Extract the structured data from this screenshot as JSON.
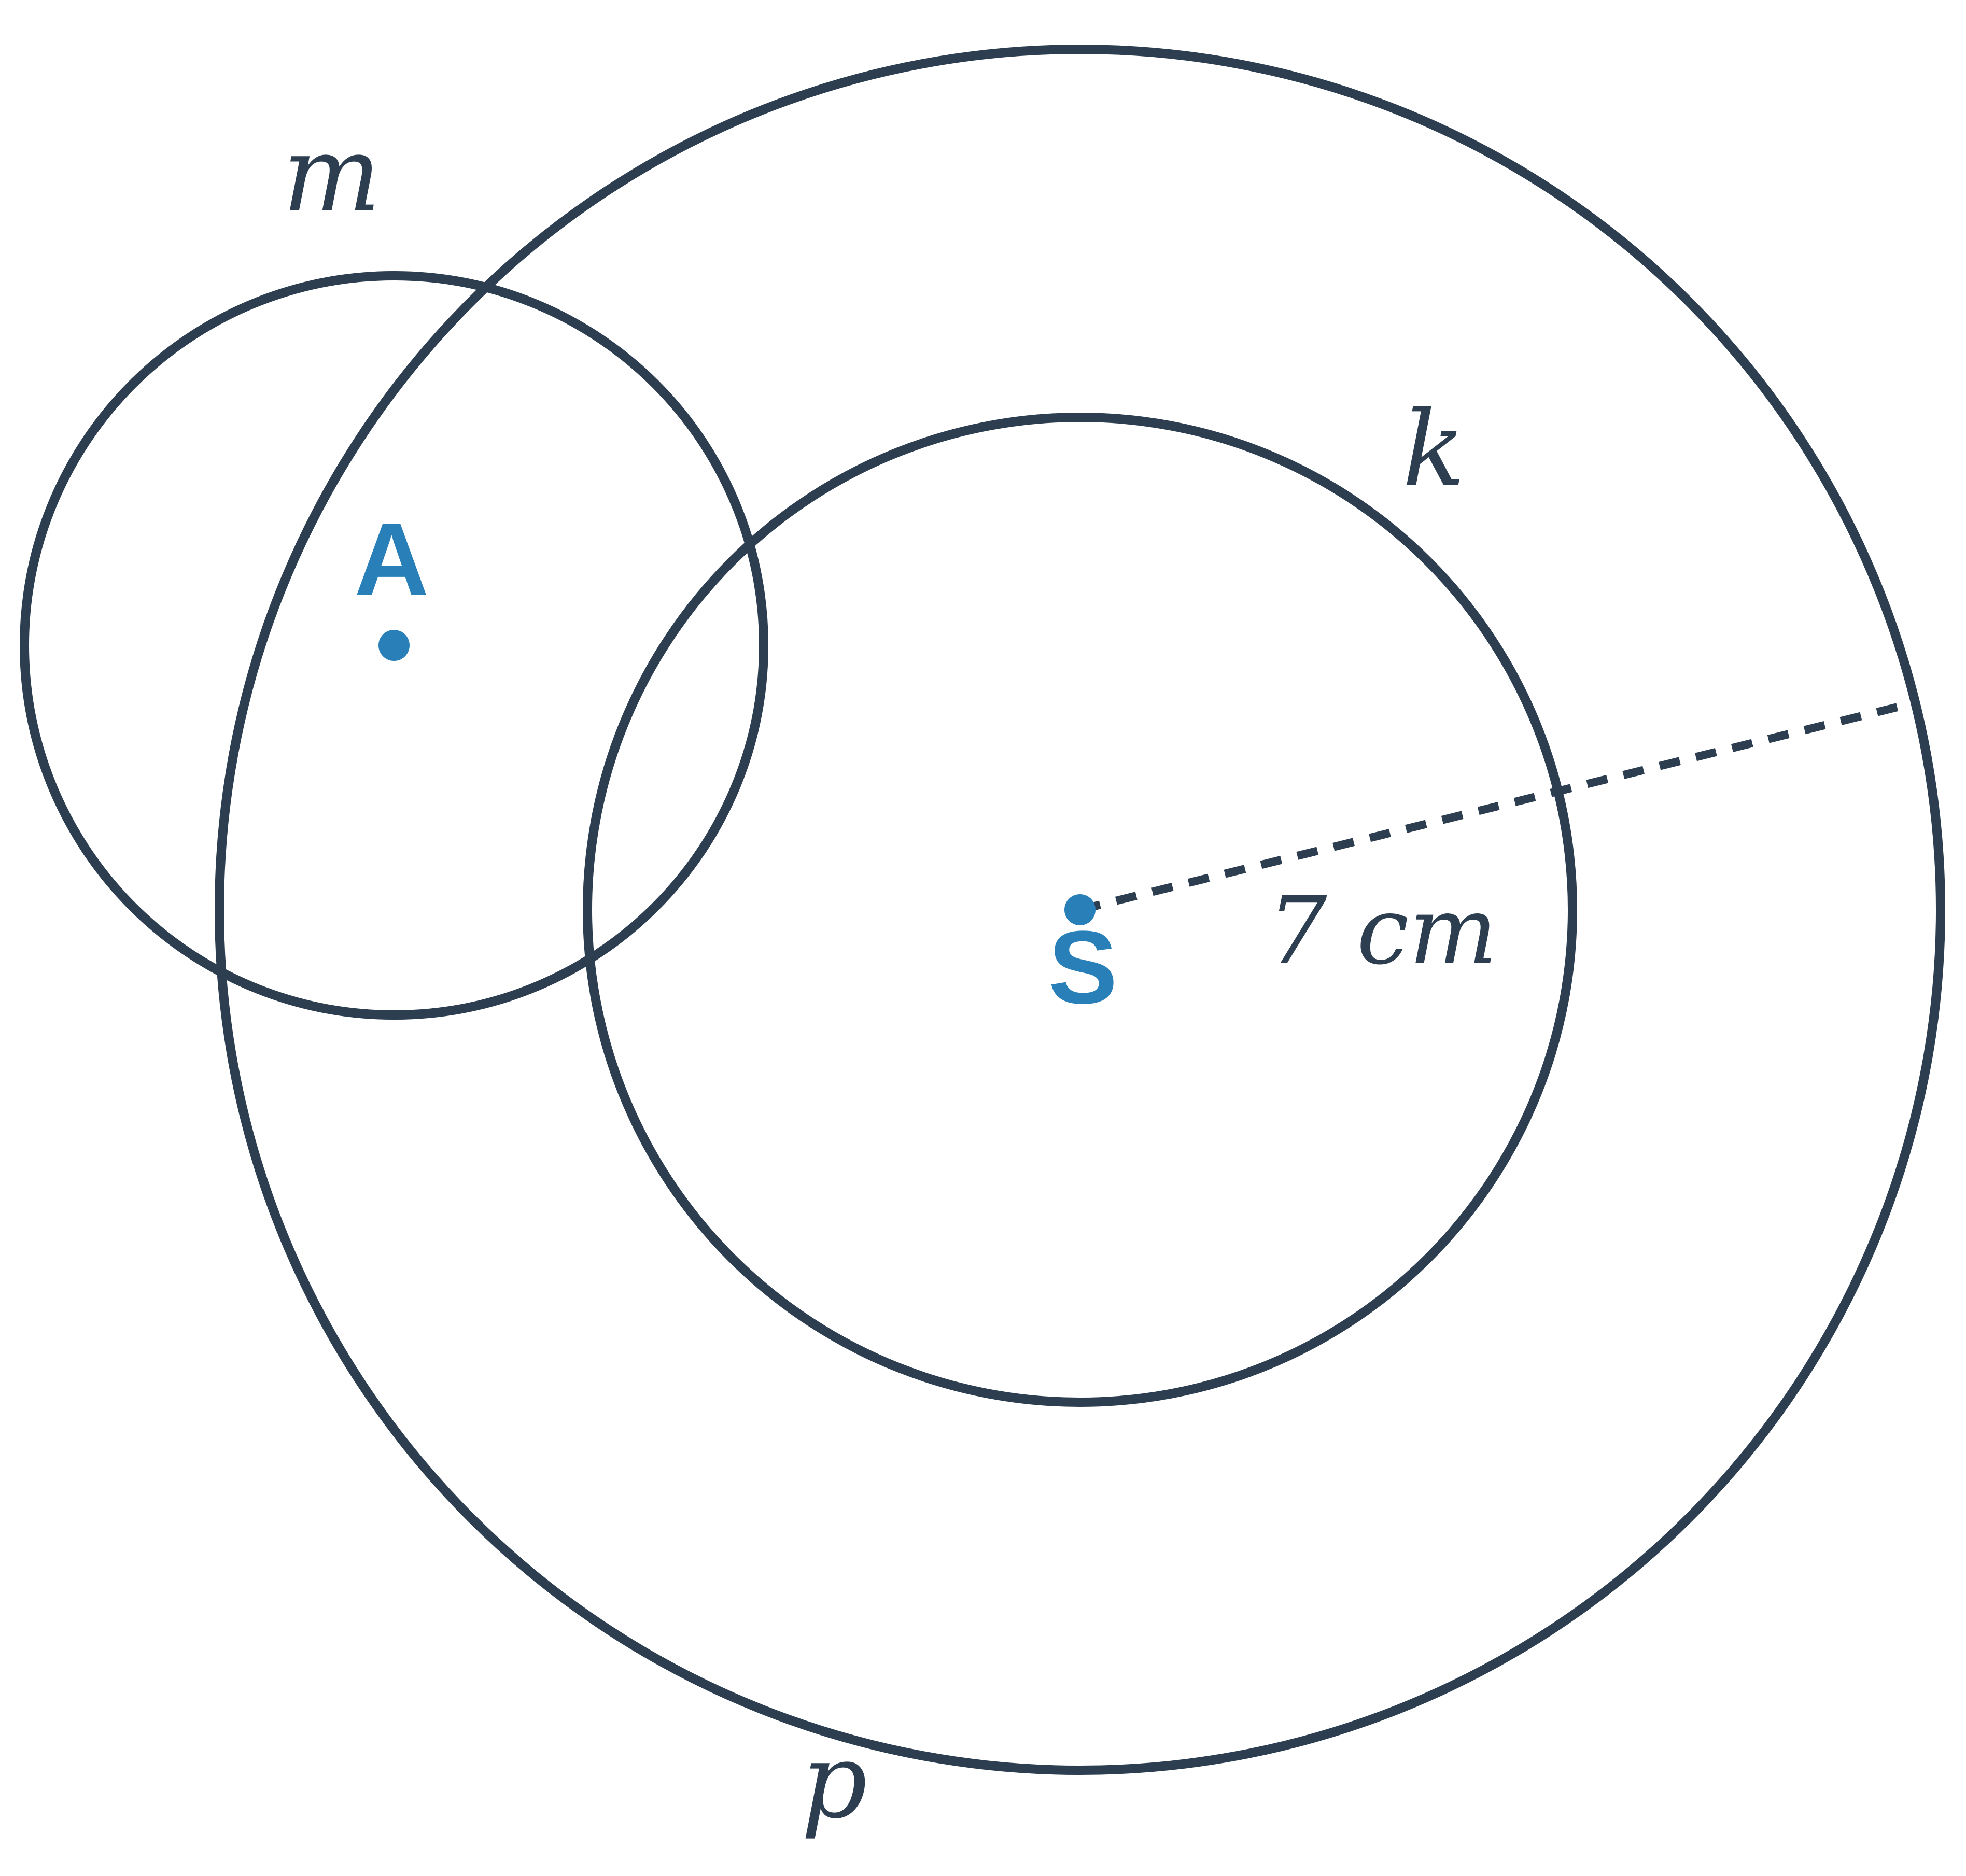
{
  "diagram": {
    "circles": [
      {
        "id": "m",
        "label": "m"
      },
      {
        "id": "k",
        "label": "k"
      },
      {
        "id": "p",
        "label": "p"
      }
    ],
    "points": [
      {
        "id": "A",
        "label": "A"
      },
      {
        "id": "S",
        "label": "S"
      }
    ],
    "radius_label": "7 cm",
    "colors": {
      "stroke": "#2c3e50",
      "point": "#2980b9"
    }
  }
}
